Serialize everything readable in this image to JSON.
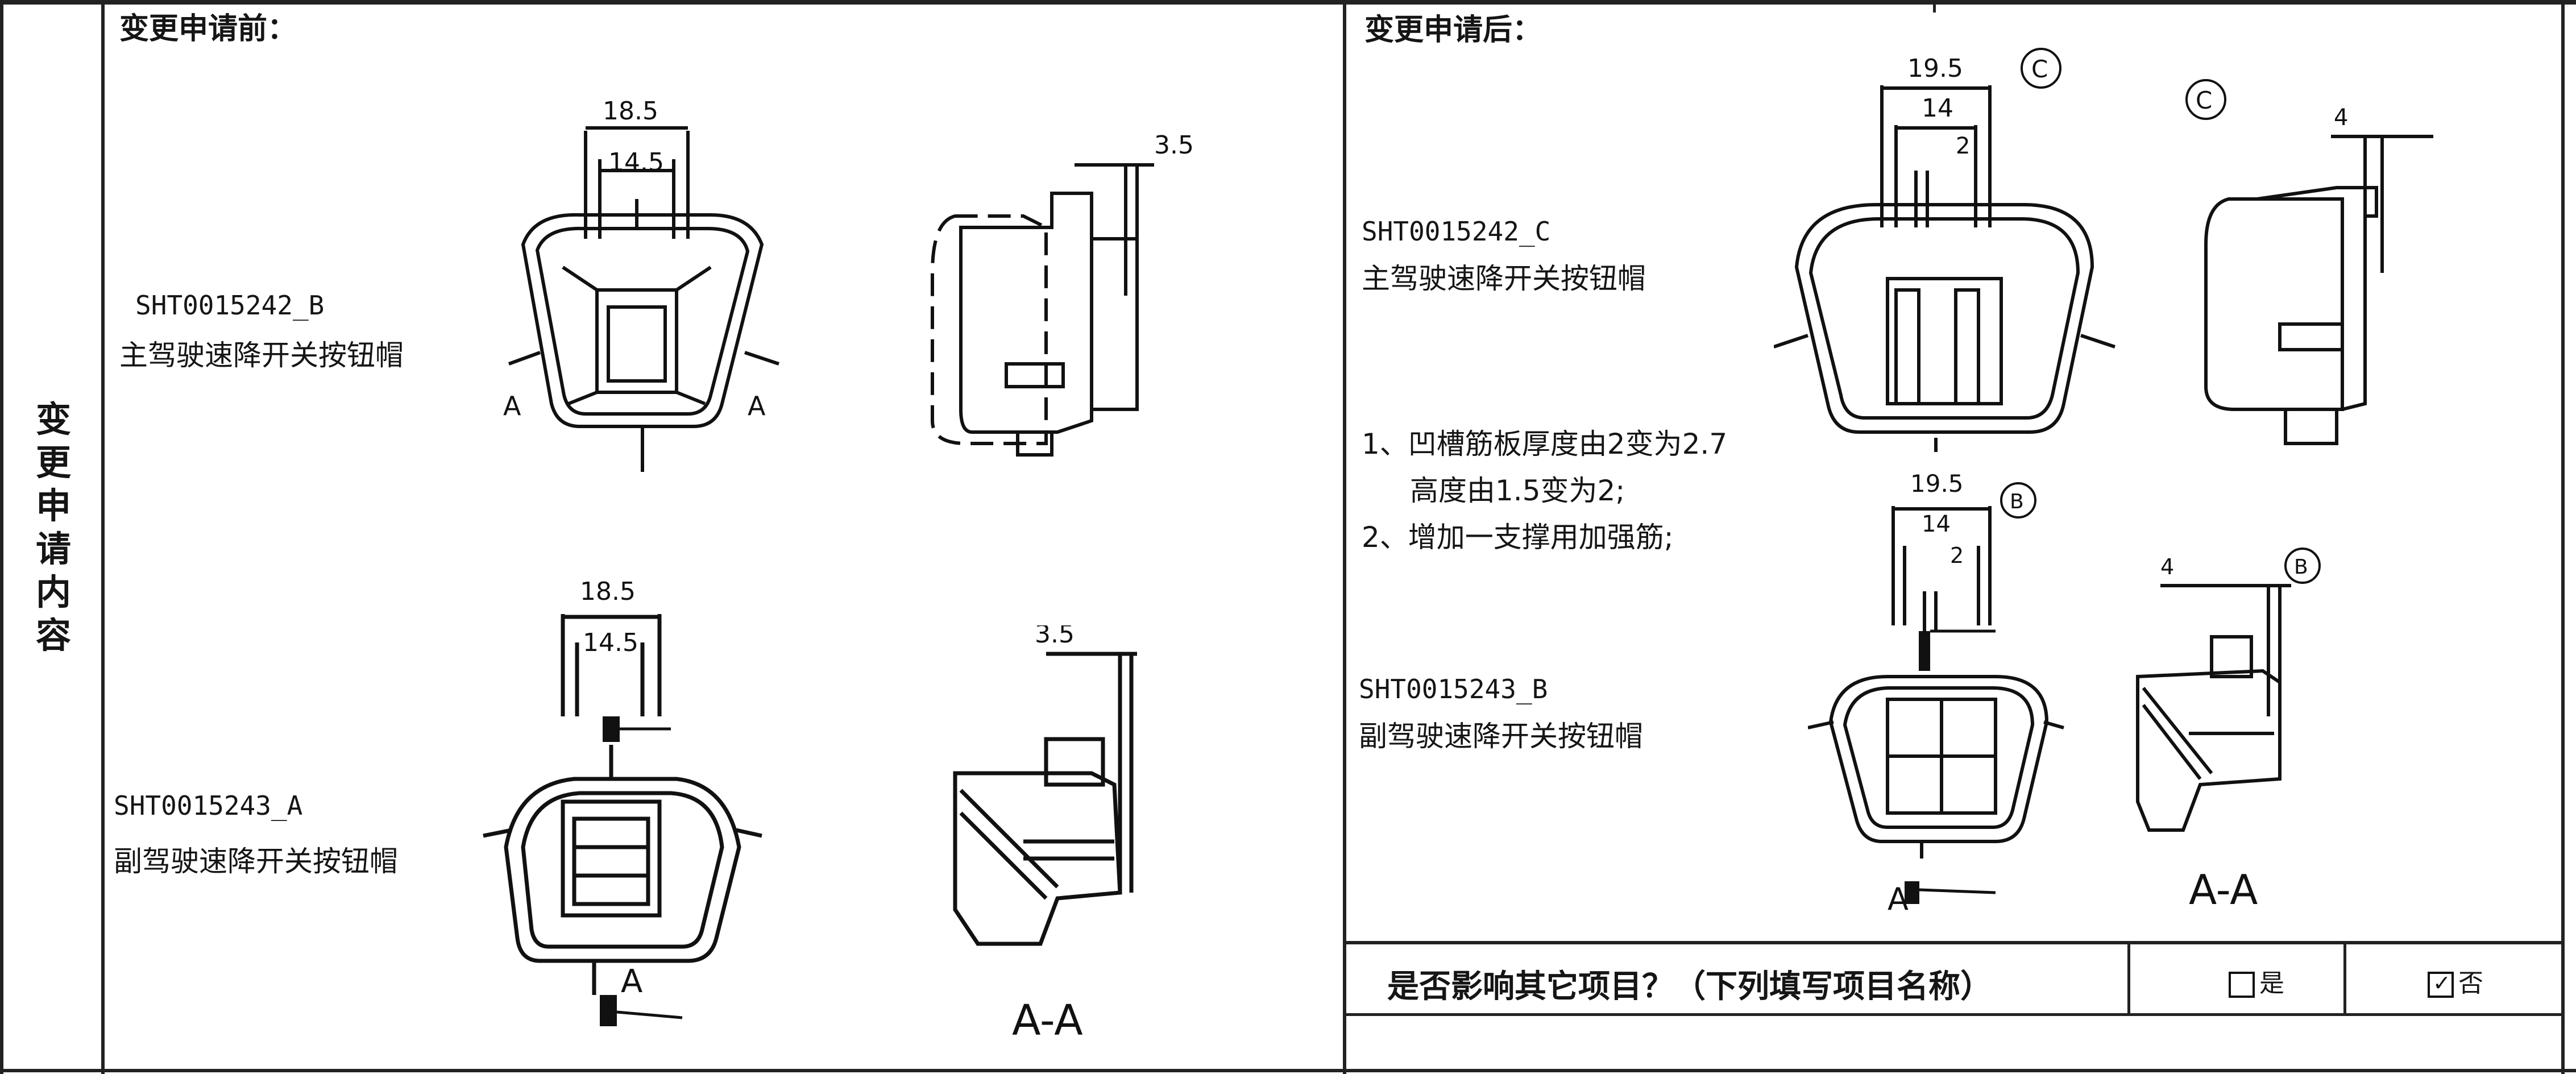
{
  "side_title_chars": [
    "变",
    "更",
    "申",
    "请",
    "内",
    "容"
  ],
  "before": {
    "header": "变更申请前：",
    "part1": {
      "code": "SHT0015242_B",
      "name": "主驾驶速降开关按钮帽",
      "dim_outer": "18.5",
      "dim_inner": "14.5",
      "dim_section": "3.5",
      "section_mark": "A"
    },
    "part2": {
      "code": "SHT0015243_A",
      "name": "副驾驶速降开关按钮帽",
      "dim_outer": "18.5",
      "dim_inner": "14.5",
      "dim_section": "3.5",
      "section_mark": "A",
      "section_label": "A-A"
    }
  },
  "after": {
    "header": "变更申请后：",
    "part1": {
      "code": "SHT0015242_C",
      "name": "主驾驶速降开关按钮帽",
      "dim_outer": "19.5",
      "dim_mid": "14",
      "dim_inner": "2",
      "dim_section": "4",
      "revision": "C"
    },
    "notes": [
      "1、凹槽筋板厚度由2变为2.7",
      "高度由1.5变为2;",
      "2、增加一支撑用加强筋;"
    ],
    "part2": {
      "code": "SHT0015243_B",
      "name": "副驾驶速降开关按钮帽",
      "dim_outer": "19.5",
      "dim_mid": "14",
      "dim_inner": "2",
      "dim_section": "4",
      "revision": "B",
      "section_mark": "A",
      "section_label": "A-A"
    }
  },
  "impact": {
    "question": "是否影响其它项目？（下列填写项目名称）",
    "yes_label": "是",
    "no_label": "否",
    "selected": "否"
  }
}
